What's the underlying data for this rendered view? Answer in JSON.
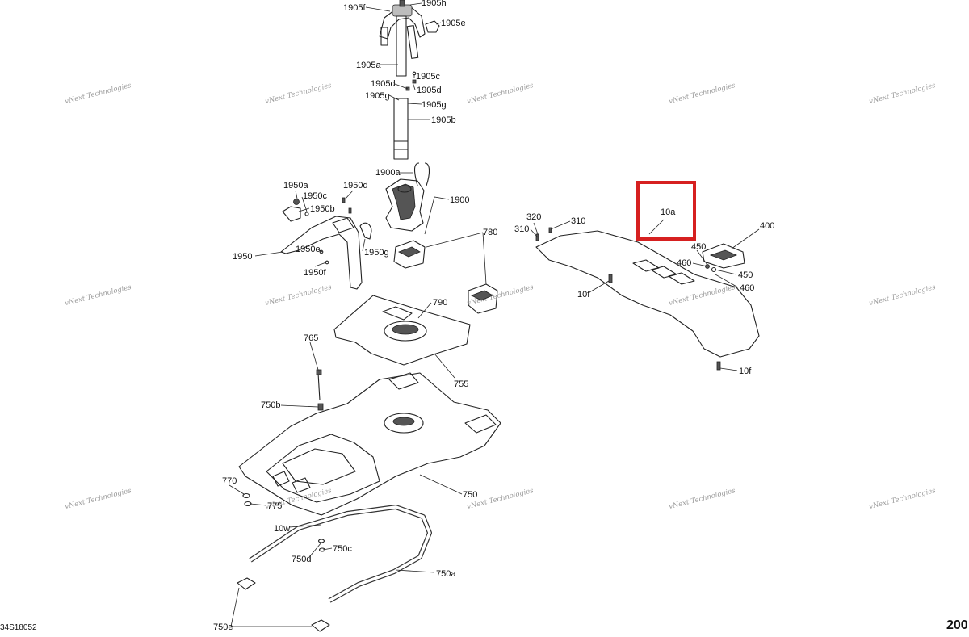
{
  "diagram": {
    "id_code": "34S18052",
    "page_number": "200",
    "watermark_text": "vNext Technologies",
    "highlight_color": "#d62020",
    "part_labels": {
      "p1905f": "1905f",
      "p1905h": "1905h",
      "p1905e": "1905e",
      "p1905a": "1905a",
      "p1905c": "1905c",
      "p1905d_left": "1905d",
      "p1905d_right": "1905d",
      "p1905g_left": "1905g",
      "p1905g_right": "1905g",
      "p1905b": "1905b",
      "p1900a": "1900a",
      "p1900": "1900",
      "p1950a": "1950a",
      "p1950c": "1950c",
      "p1950b": "1950b",
      "p1950d": "1950d",
      "p1950": "1950",
      "p1950e": "1950e",
      "p1950g": "1950g",
      "p1950f": "1950f",
      "p780": "780",
      "p790": "790",
      "p755": "755",
      "p765": "765",
      "p750b": "750b",
      "p770": "770",
      "p775": "775",
      "p750": "750",
      "p10w": "10w",
      "p750c": "750c",
      "p750d": "750d",
      "p750a": "750a",
      "p750e": "750e",
      "p320": "320",
      "p310_right": "310",
      "p310_left": "310",
      "p10a": "10a",
      "p400": "400",
      "p450_top": "450",
      "p460_left": "460",
      "p450_right": "450",
      "p460_right": "460",
      "p10f_left": "10f",
      "p10f_bottom": "10f"
    }
  }
}
